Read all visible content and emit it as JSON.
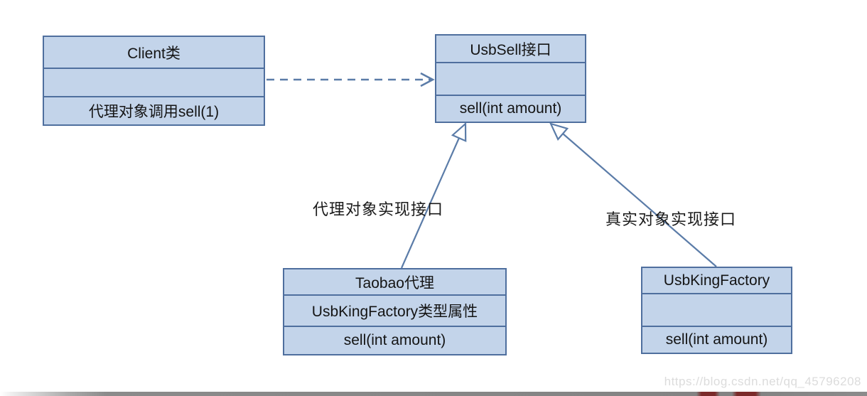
{
  "diagram": {
    "type": "uml-class-diagram",
    "classes": [
      {
        "id": "client",
        "title": "Client类",
        "attributes": "",
        "methods": "代理对象调用sell(1)"
      },
      {
        "id": "usbsell",
        "title": "UsbSell接口",
        "attributes": "",
        "methods": "sell(int amount)"
      },
      {
        "id": "taobao",
        "title": "Taobao代理",
        "attributes": "UsbKingFactory类型属性",
        "methods": "sell(int amount)"
      },
      {
        "id": "usbking",
        "title": "UsbKingFactory",
        "attributes": "",
        "methods": "sell(int amount)"
      }
    ],
    "edges": [
      {
        "type": "dependency",
        "style": "dashed-open-arrow",
        "from": "client",
        "to": "usbsell",
        "label": ""
      },
      {
        "type": "realization",
        "style": "solid-hollow-triangle",
        "from": "taobao",
        "to": "usbsell",
        "label": "代理对象实现接口"
      },
      {
        "type": "realization",
        "style": "solid-hollow-triangle",
        "from": "usbking",
        "to": "usbsell",
        "label": "真实对象实现接口"
      }
    ]
  },
  "colors": {
    "box_fill": "#c3d4ea",
    "box_border": "#4f6f9e",
    "edge_line": "#5b7ca8",
    "text": "#141414",
    "watermark_text": "#dcdcdc",
    "bar_gray": "#838383",
    "bar_red": "#7b2a2a"
  },
  "watermark": "https://blog.csdn.net/qq_45796208"
}
